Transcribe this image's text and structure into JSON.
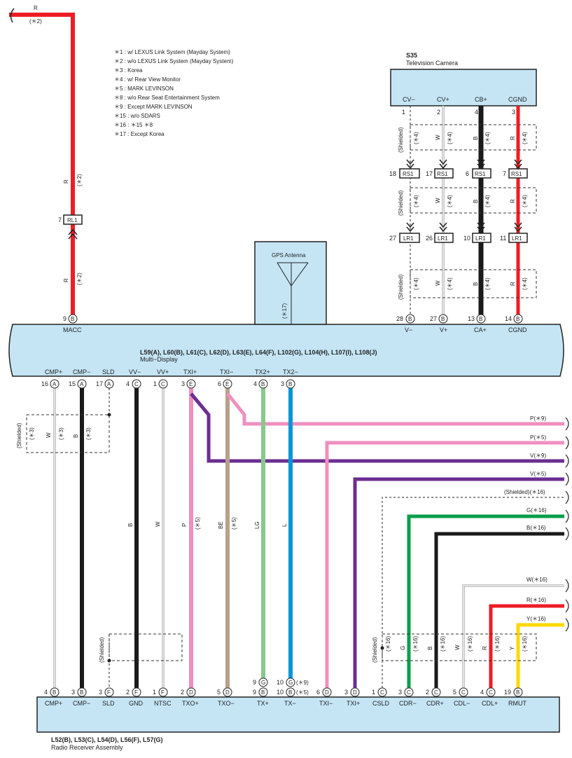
{
  "notes": [
    "＊1 : w/ LEXUS Link System (Mayday System)",
    "＊2 : w/o LEXUS Link System (Mayday System)",
    "＊3 : Korea",
    "＊4 : w/ Rear View Monitor",
    "＊5 : MARK LEVINSON",
    "＊8 : w/o Rear Seat Entertainment System",
    "＊9 : Except MARK LEVINSON",
    "＊15 : w/o SDARS",
    "＊16 : ＊15 ＊8",
    "＊17 : Except Korea"
  ],
  "top_wire": {
    "color_code": "R",
    "note": "(＊2)",
    "mid_label": "R",
    "mid_note": "(＊2)",
    "low_label": "R",
    "low_note": "(＊2)"
  },
  "rl1_connector": {
    "pin": "7",
    "label": "RL1"
  },
  "camera": {
    "code": "S35",
    "name": "Television Camera",
    "pins": [
      {
        "name": "CV−",
        "num": "1",
        "color": "",
        "note": ""
      },
      {
        "name": "CV+",
        "num": "2",
        "color": "W",
        "note": "(＊4)"
      },
      {
        "name": "CB+",
        "num": "4",
        "color": "B",
        "note": "(＊4)"
      },
      {
        "name": "CGND",
        "num": "3",
        "color": "R",
        "note": "(＊4)"
      }
    ],
    "shield_label": "(Shielded)",
    "shield_note": "(＊4)"
  },
  "rs1": {
    "label": "RS1",
    "pins": [
      "18",
      "17",
      "6",
      "7"
    ]
  },
  "lr1": {
    "label": "LR1",
    "pins": [
      "27",
      "26",
      "10",
      "11"
    ]
  },
  "gps": {
    "name": "GPS Antenna",
    "note": "(＊17)"
  },
  "multi_display": {
    "codes": "L59(A), L60(B), L61(C), L62(D), L63(E), L64(F), L102(G), L104(H), L107(I), L108(J)",
    "name": "Multi−Display",
    "top_pins": [
      {
        "num": "9",
        "conn": "B",
        "name": "MACC"
      },
      {
        "num": "28",
        "conn": "B",
        "name": "V−"
      },
      {
        "num": "27",
        "conn": "B",
        "name": "V+"
      },
      {
        "num": "13",
        "conn": "B",
        "name": "CA+"
      },
      {
        "num": "14",
        "conn": "B",
        "name": "CGND"
      }
    ],
    "bottom_pins": [
      {
        "num": "16",
        "conn": "A",
        "name": "CMP+"
      },
      {
        "num": "15",
        "conn": "A",
        "name": "CMP−"
      },
      {
        "num": "17",
        "conn": "A",
        "name": "SLD"
      },
      {
        "num": "4",
        "conn": "C",
        "name": "VV−"
      },
      {
        "num": "1",
        "conn": "C",
        "name": "VV+"
      },
      {
        "num": "3",
        "conn": "E",
        "name": "TXI+"
      },
      {
        "num": "6",
        "conn": "E",
        "name": "TXI−"
      },
      {
        "num": "4",
        "conn": "B",
        "name": "TX2+"
      },
      {
        "num": "3",
        "conn": "B",
        "name": "TX2−"
      }
    ]
  },
  "cmp_wires": {
    "shield": "(Shielded)",
    "shield_note": "(＊3)",
    "w": "W",
    "w_note": "(＊3)",
    "b": "B",
    "b_note": "(＊3)"
  },
  "vertical_wire_labels": [
    {
      "text": "B",
      "note": ""
    },
    {
      "text": "W",
      "note": ""
    },
    {
      "text": "P",
      "note": "(＊5)"
    },
    {
      "text": "BE",
      "note": "(＊5)"
    },
    {
      "text": "LG",
      "note": ""
    },
    {
      "text": "L",
      "note": ""
    }
  ],
  "right_wires": [
    {
      "label": "P(＊9)",
      "color": "#f08ec0"
    },
    {
      "label": "P(＊5)",
      "color": "#f08ec0"
    },
    {
      "label": "V(＊9)",
      "color": "#6b2e91"
    },
    {
      "label": "V(＊5)",
      "color": "#6b2e91"
    },
    {
      "label": "(Shielded)(＊16)",
      "color": ""
    },
    {
      "label": "G(＊16)",
      "color": "#0a9e4a"
    },
    {
      "label": "B(＊16)",
      "color": "#1a1a1a"
    },
    {
      "label": "W(＊16)",
      "color": ""
    },
    {
      "label": "R(＊16)",
      "color": "#ee1c25"
    },
    {
      "label": "Y(＊16)",
      "color": "#ffd800"
    }
  ],
  "lower_labels": {
    "shield_left": "(Shielded)",
    "shield_right": "(Shielded)",
    "right_wires": [
      {
        "text": "G",
        "note": "(＊16)"
      },
      {
        "text": "B",
        "note": "(＊16)"
      },
      {
        "text": "W",
        "note": "(＊16)"
      },
      {
        "text": "R",
        "note": "(＊16)"
      },
      {
        "text": "Y",
        "note": "(＊16)"
      }
    ]
  },
  "radio": {
    "codes": "L52(B), L53(C), L54(D), L56(F), L57(G)",
    "name": "Radio Receiver Assembly",
    "pins": [
      {
        "num": "4",
        "conn": "B",
        "name": "CMP+"
      },
      {
        "num": "3",
        "conn": "B",
        "name": "CMP−"
      },
      {
        "num": "3",
        "conn": "F",
        "name": "SLD"
      },
      {
        "num": "2",
        "conn": "F",
        "name": "GND"
      },
      {
        "num": "1",
        "conn": "F",
        "name": "NTSC"
      },
      {
        "num": "2",
        "conn": "D",
        "name": "TXO+"
      },
      {
        "num": "5",
        "conn": "D",
        "name": "TXO−"
      },
      {
        "num": "9",
        "conn": "B",
        "name": "TX+"
      },
      {
        "num": "10",
        "conn": "B",
        "name": "TX−"
      },
      {
        "num": "6",
        "conn": "D",
        "name": "TXI−"
      },
      {
        "num": "3",
        "conn": "D",
        "name": "TXI+"
      },
      {
        "num": "1",
        "conn": "C",
        "name": "CSLD"
      },
      {
        "num": "3",
        "conn": "C",
        "name": "CDR−"
      },
      {
        "num": "2",
        "conn": "C",
        "name": "CDR+"
      },
      {
        "num": "5",
        "conn": "C",
        "name": "CDL−"
      },
      {
        "num": "4",
        "conn": "C",
        "name": "CDL+"
      },
      {
        "num": "19",
        "conn": "B",
        "name": "RMUT"
      }
    ],
    "extra_pins": [
      {
        "num": "9",
        "conn": "G",
        "note": ""
      },
      {
        "num": "10",
        "conn": "G",
        "note": "(＊9)"
      },
      {
        "note": "(＊5)"
      }
    ]
  }
}
